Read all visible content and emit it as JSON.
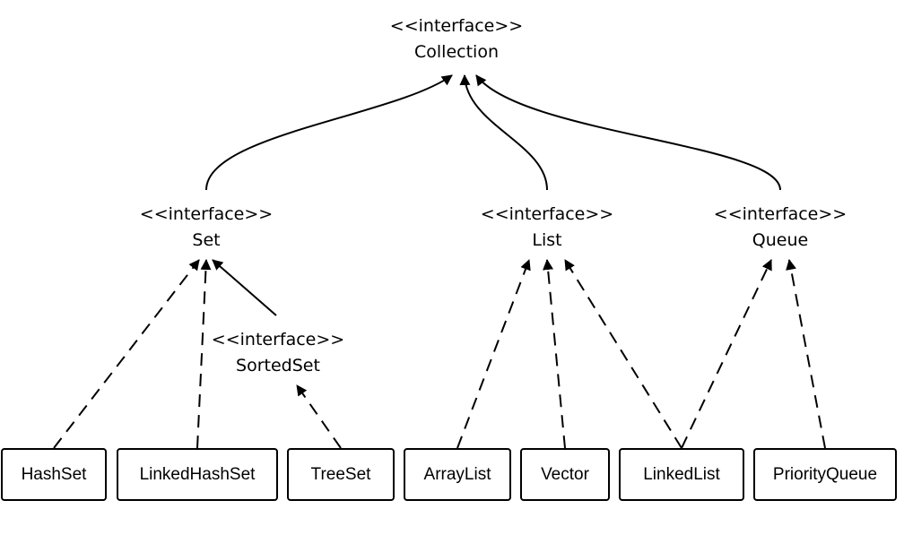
{
  "interfaces": {
    "collection": {
      "stereotype": "<<interface>>",
      "name": "Collection"
    },
    "set": {
      "stereotype": "<<interface>>",
      "name": "Set"
    },
    "list": {
      "stereotype": "<<interface>>",
      "name": "List"
    },
    "queue": {
      "stereotype": "<<interface>>",
      "name": "Queue"
    },
    "sortedset": {
      "stereotype": "<<interface>>",
      "name": "SortedSet"
    }
  },
  "classes": {
    "hashset": "HashSet",
    "linkedhashset": "LinkedHashSet",
    "treeset": "TreeSet",
    "arraylist": "ArrayList",
    "vector": "Vector",
    "linkedlist": "LinkedList",
    "priorityqueue": "PriorityQueue"
  },
  "relations": [
    {
      "from": "Set",
      "to": "Collection",
      "kind": "extends"
    },
    {
      "from": "List",
      "to": "Collection",
      "kind": "extends"
    },
    {
      "from": "Queue",
      "to": "Collection",
      "kind": "extends"
    },
    {
      "from": "SortedSet",
      "to": "Set",
      "kind": "extends"
    },
    {
      "from": "HashSet",
      "to": "Set",
      "kind": "implements"
    },
    {
      "from": "LinkedHashSet",
      "to": "Set",
      "kind": "implements"
    },
    {
      "from": "TreeSet",
      "to": "SortedSet",
      "kind": "implements"
    },
    {
      "from": "ArrayList",
      "to": "List",
      "kind": "implements"
    },
    {
      "from": "Vector",
      "to": "List",
      "kind": "implements"
    },
    {
      "from": "LinkedList",
      "to": "List",
      "kind": "implements"
    },
    {
      "from": "LinkedList",
      "to": "Queue",
      "kind": "implements"
    },
    {
      "from": "PriorityQueue",
      "to": "Queue",
      "kind": "implements"
    }
  ],
  "colors": {
    "line": "#000000",
    "background": "#ffffff"
  }
}
